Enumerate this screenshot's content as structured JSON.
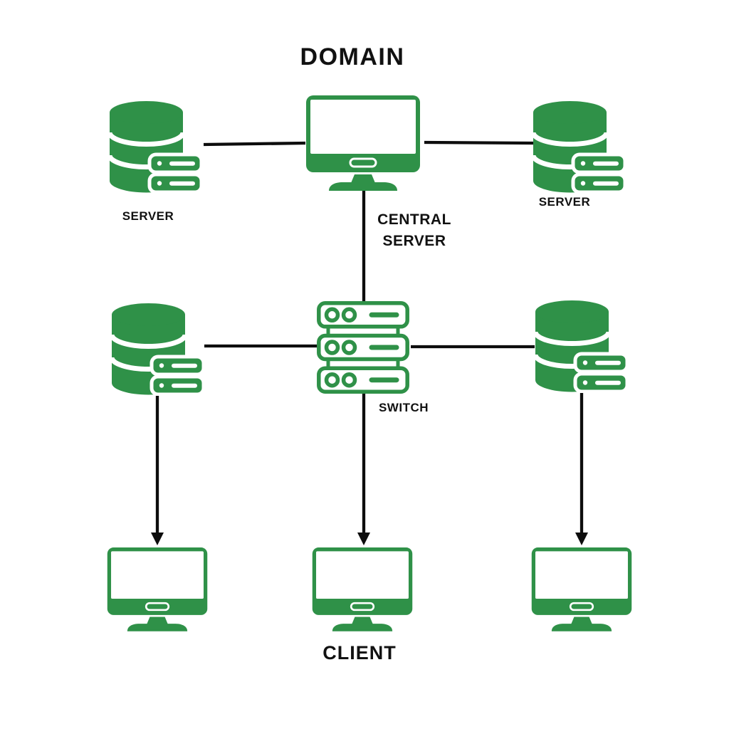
{
  "title": "DOMAIN",
  "colors": {
    "accent_green": "#2F9148",
    "line_black": "#0D0D0D",
    "text_black": "#111111",
    "background": "#FFFFFF"
  },
  "nodes": {
    "server_top_left": {
      "label": "SERVER",
      "icon": "database-server-icon"
    },
    "central_server": {
      "label_line1": "CENTRAL",
      "label_line2": "SERVER",
      "icon": "monitor-icon"
    },
    "server_top_right": {
      "label": "SERVER",
      "icon": "database-server-icon"
    },
    "switch": {
      "label": "SWITCH",
      "icon": "network-switch-icon"
    },
    "database_mid_left": {
      "label": "",
      "icon": "database-server-icon"
    },
    "database_mid_right": {
      "label": "",
      "icon": "database-server-icon"
    },
    "client_left": {
      "label": "",
      "icon": "monitor-icon"
    },
    "client_center": {
      "label": "CLIENT",
      "icon": "monitor-icon"
    },
    "client_right": {
      "label": "",
      "icon": "monitor-icon"
    }
  },
  "connections": [
    {
      "from": "server_top_left",
      "to": "central_server",
      "type": "line"
    },
    {
      "from": "central_server",
      "to": "server_top_right",
      "type": "line"
    },
    {
      "from": "central_server",
      "to": "switch",
      "type": "line"
    },
    {
      "from": "database_mid_left",
      "to": "switch",
      "type": "line"
    },
    {
      "from": "switch",
      "to": "database_mid_right",
      "type": "line"
    },
    {
      "from": "database_mid_left",
      "to": "client_left",
      "type": "arrow-down"
    },
    {
      "from": "switch",
      "to": "client_center",
      "type": "arrow-down"
    },
    {
      "from": "database_mid_right",
      "to": "client_right",
      "type": "arrow-down"
    }
  ]
}
